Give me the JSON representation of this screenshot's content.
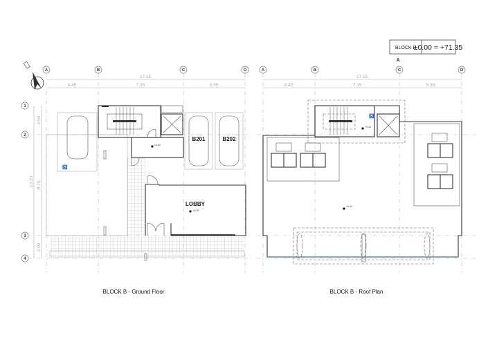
{
  "block_label": {
    "block": "BLOCK B",
    "level": "±0.00 = +71.35",
    "marker": "A"
  },
  "grid": {
    "columns": [
      "A",
      "B",
      "C",
      "D"
    ],
    "rows": [
      "1",
      "2",
      "3",
      "4"
    ]
  },
  "dimensions": {
    "total_width": "17.15",
    "bays": [
      "4.45",
      "7.35",
      "5.35"
    ],
    "total_depth": "13.20",
    "row_bays": [
      "2.50",
      "8.70",
      "2.00"
    ]
  },
  "ground_floor": {
    "title": "BLOCK B - Ground Floor",
    "rooms": {
      "lobby": "LOBBY",
      "parking1": "B201",
      "parking2": "B202"
    },
    "elevations": {
      "corridor": "±0.00",
      "lobby": "±0.00"
    }
  },
  "roof_plan": {
    "title": "BLOCK B - Roof Plan",
    "elevations": {
      "roof": "+9.10",
      "stair": "+9.15"
    }
  },
  "colors": {
    "line": "#333333",
    "grid": "#bbbbbb",
    "parapet": "#8fa3b8"
  }
}
